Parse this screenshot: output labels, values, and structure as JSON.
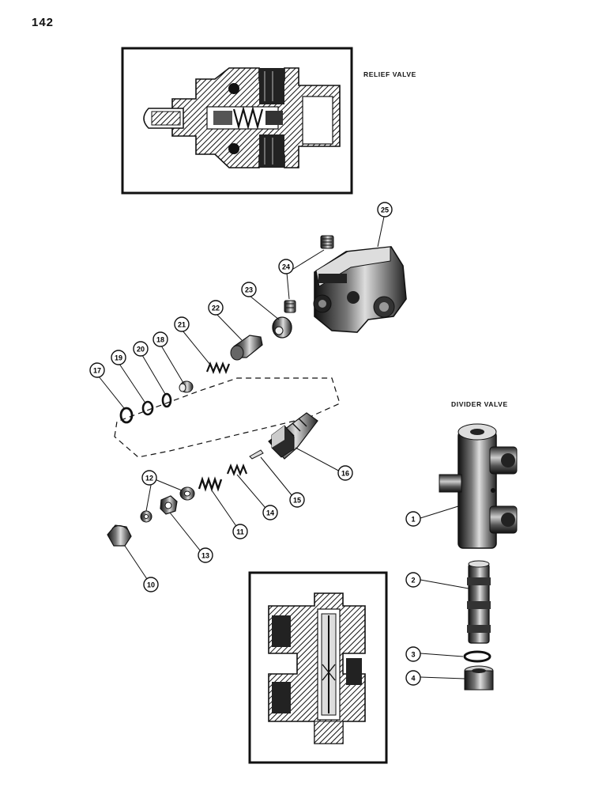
{
  "page": {
    "number": "142"
  },
  "relief_valve": {
    "title": "RELIEF VALVE",
    "callouts": [
      "10",
      "11",
      "12",
      "12",
      "13",
      "14",
      "15",
      "16",
      "17",
      "18",
      "19",
      "20",
      "21",
      "22",
      "23",
      "24",
      "25"
    ]
  },
  "divider_valve": {
    "title": "DIVIDER VALVE",
    "callouts": [
      "1",
      "2",
      "3",
      "4"
    ]
  },
  "colors": {
    "ink": "#111111",
    "paper": "#ffffff",
    "shade": "#3a3a3a"
  },
  "icons": [
    "relief-valve-section-view",
    "divider-valve-section-view",
    "valve-body-25",
    "divider-body-1"
  ]
}
